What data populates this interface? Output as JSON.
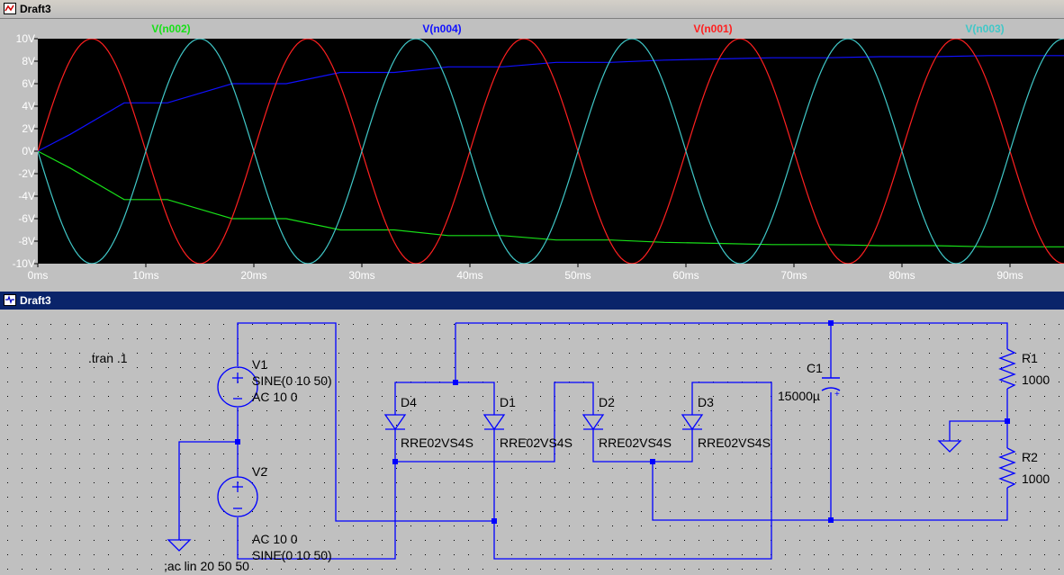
{
  "plot_window": {
    "title": "Draft3"
  },
  "schematic_window": {
    "title": "Draft3"
  },
  "colors": {
    "plot_bg": "#000000",
    "n001": "#ff2020",
    "n002": "#18e018",
    "n003": "#40c8c8",
    "n004": "#1010ff",
    "wire": "#0000ff",
    "component": "#0000ff"
  },
  "chart_data": {
    "type": "line",
    "xlabel": "",
    "ylabel": "",
    "xlim": [
      0,
      95
    ],
    "ylim": [
      -10,
      10
    ],
    "x_tick_labels": [
      "0ms",
      "10ms",
      "20ms",
      "30ms",
      "40ms",
      "50ms",
      "60ms",
      "70ms",
      "80ms",
      "90ms"
    ],
    "y_tick_labels": [
      "10V",
      "8V",
      "6V",
      "4V",
      "2V",
      "0V",
      "-2V",
      "-4V",
      "-6V",
      "-8V",
      "-10V"
    ],
    "series": [
      {
        "name": "V(n002)",
        "color": "#18e018",
        "description_points": [
          [
            0,
            0
          ],
          [
            3,
            -1.5
          ],
          [
            8,
            -4.3
          ],
          [
            12,
            -4.3
          ],
          [
            18,
            -6
          ],
          [
            23,
            -6
          ],
          [
            28,
            -7
          ],
          [
            33,
            -7
          ],
          [
            38,
            -7.5
          ],
          [
            43,
            -7.5
          ],
          [
            48,
            -7.9
          ],
          [
            53,
            -7.9
          ],
          [
            58,
            -8.1
          ],
          [
            63,
            -8.2
          ],
          [
            68,
            -8.3
          ],
          [
            73,
            -8.3
          ],
          [
            78,
            -8.4
          ],
          [
            83,
            -8.4
          ],
          [
            88,
            -8.5
          ],
          [
            95,
            -8.5
          ]
        ]
      },
      {
        "name": "V(n004)",
        "color": "#1010ff",
        "description_points": [
          [
            0,
            0
          ],
          [
            3,
            1.5
          ],
          [
            8,
            4.3
          ],
          [
            12,
            4.3
          ],
          [
            18,
            6
          ],
          [
            23,
            6
          ],
          [
            28,
            7
          ],
          [
            33,
            7
          ],
          [
            38,
            7.5
          ],
          [
            43,
            7.5
          ],
          [
            48,
            7.9
          ],
          [
            53,
            7.9
          ],
          [
            58,
            8.1
          ],
          [
            63,
            8.2
          ],
          [
            68,
            8.3
          ],
          [
            73,
            8.3
          ],
          [
            78,
            8.4
          ],
          [
            83,
            8.4
          ],
          [
            88,
            8.5
          ],
          [
            95,
            8.5
          ]
        ]
      },
      {
        "name": "V(n001)",
        "color": "#ff2020",
        "function": "10*sin(2*pi*50*t)"
      },
      {
        "name": "V(n003)",
        "color": "#40c8c8",
        "function": "-10*sin(2*pi*50*t)"
      }
    ]
  },
  "schematic": {
    "directive_tran": ".tran .1",
    "directive_ac": ";ac lin 20 50 50",
    "v1": {
      "ref": "V1",
      "value": "SINE(0 10 50)",
      "ac": "AC 10 0"
    },
    "v2": {
      "ref": "V2",
      "ac": "AC 10 0",
      "value": "SINE(0 10 50)"
    },
    "diodes": [
      {
        "ref": "D4",
        "model": "RRE02VS4S"
      },
      {
        "ref": "D1",
        "model": "RRE02VS4S"
      },
      {
        "ref": "D2",
        "model": "RRE02VS4S"
      },
      {
        "ref": "D3",
        "model": "RRE02VS4S"
      }
    ],
    "c1": {
      "ref": "C1",
      "value": "15000µ"
    },
    "r1": {
      "ref": "R1",
      "value": "1000"
    },
    "r2": {
      "ref": "R2",
      "value": "1000"
    }
  }
}
